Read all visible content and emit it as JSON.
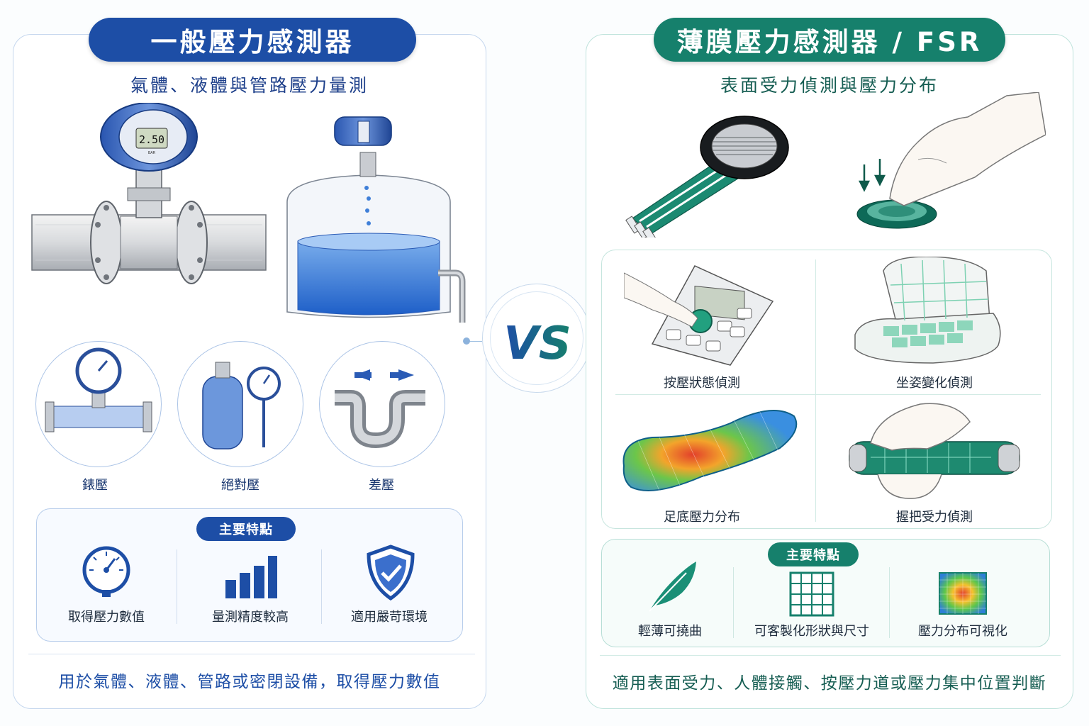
{
  "left": {
    "title": "一般壓力感測器",
    "subtitle": "氣體、液體與管路壓力量測",
    "gauge_display": "2.50",
    "gauge_unit": "BAR",
    "types": [
      {
        "label": "錶壓"
      },
      {
        "label": "絕對壓"
      },
      {
        "label": "差壓"
      }
    ],
    "features_title": "主要特點",
    "features": [
      {
        "label": "取得壓力數值",
        "icon": "pressure-gauge-icon"
      },
      {
        "label": "量測精度較高",
        "icon": "bar-chart-icon"
      },
      {
        "label": "適用嚴苛環境",
        "icon": "shield-check-icon"
      }
    ],
    "bottom_text": "用於氣體、液體、管路或密閉設備，取得壓力數值",
    "colors": {
      "primary": "#1d4ea6",
      "light": "#c5d7ee"
    }
  },
  "vs": {
    "text": "VS"
  },
  "right": {
    "title": "薄膜壓力感測器 / FSR",
    "subtitle": "表面受力偵測與壓力分布",
    "applications": [
      {
        "label": "按壓狀態偵測"
      },
      {
        "label": "坐姿變化偵測"
      },
      {
        "label": "足底壓力分布"
      },
      {
        "label": "握把受力偵測"
      }
    ],
    "features_title": "主要特點",
    "features": [
      {
        "label": "輕薄可撓曲",
        "icon": "feather-icon"
      },
      {
        "label": "可客製化形狀與尺寸",
        "icon": "grid-icon"
      },
      {
        "label": "壓力分布可視化",
        "icon": "heatmap-icon"
      }
    ],
    "bottom_text": "適用表面受力、人體接觸、按壓力道或壓力集中位置判斷",
    "colors": {
      "primary": "#16806c",
      "light": "#bfe3dc"
    }
  }
}
